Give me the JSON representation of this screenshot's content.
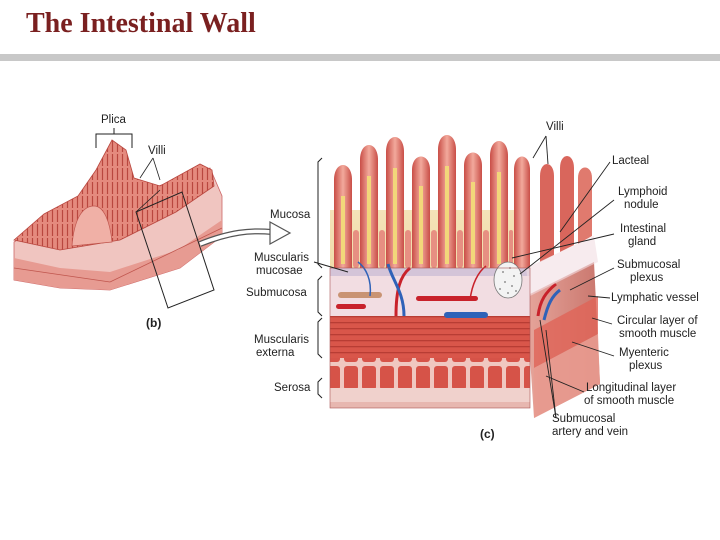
{
  "title": "The Intestinal Wall",
  "colors": {
    "title": "#7a2020",
    "mucosa": "#e58a7e",
    "villus": "#d9665c",
    "submucosa": "#f2dde2",
    "muscle": "#d9564a",
    "serosa": "#f0d1cc",
    "artery": "#c8222b",
    "vein": "#2f62b8",
    "lacteal": "#f2d77a"
  },
  "figure_b": {
    "letter": "(b)",
    "labels": {
      "plica": "Plica",
      "villi": "Villi"
    }
  },
  "figure_c": {
    "letter": "(c)",
    "left_labels": {
      "mucosa": "Mucosa",
      "muscularis_mucosae_1": "Muscularis",
      "muscularis_mucosae_2": "mucosae",
      "submucosa": "Submucosa",
      "muscularis_externa_1": "Muscularis",
      "muscularis_externa_2": "externa",
      "serosa": "Serosa"
    },
    "right_labels": {
      "villi": "Villi",
      "lacteal": "Lacteal",
      "lymphoid_nodule_1": "Lymphoid",
      "lymphoid_nodule_2": "nodule",
      "intestinal_gland_1": "Intestinal",
      "intestinal_gland_2": "gland",
      "submucosal_plexus_1": "Submucosal",
      "submucosal_plexus_2": "plexus",
      "lymphatic_vessel": "Lymphatic vessel",
      "circular_layer_1": "Circular layer of",
      "circular_layer_2": "smooth muscle",
      "myenteric_plexus_1": "Myenteric",
      "myenteric_plexus_2": "plexus",
      "longitudinal_layer_1": "Longitudinal layer",
      "longitudinal_layer_2": "of smooth muscle",
      "submucosal_vessels_1": "Submucosal",
      "submucosal_vessels_2": "artery and vein"
    }
  }
}
